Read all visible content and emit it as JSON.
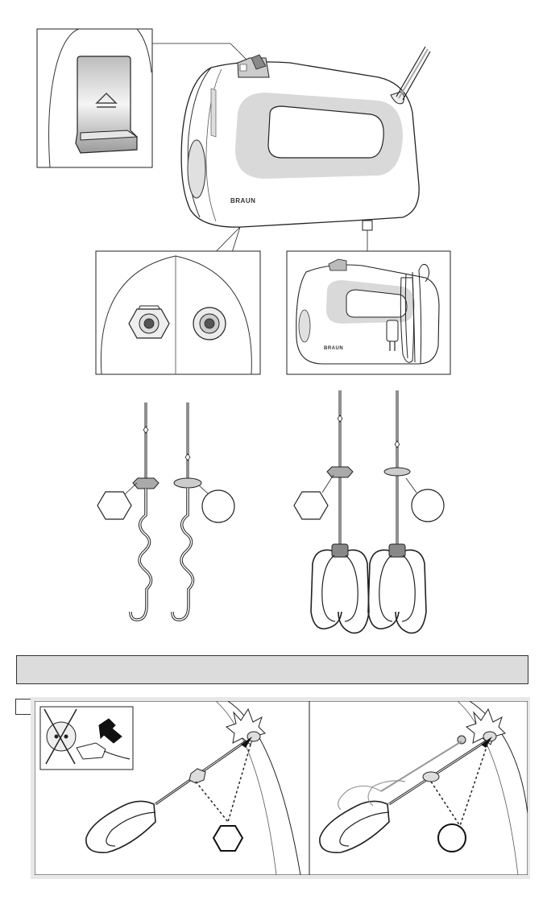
{
  "mixer": {
    "brand_label": "BRAUN"
  },
  "shapes": {
    "hexagon": "hexagon",
    "circle": "circle"
  },
  "icons": {
    "eject": "eject-icon",
    "unplug_arrow": "arrow-icon",
    "no_plug": "no-plug-icon"
  },
  "colors": {
    "outline": "#222222",
    "banner_bg": "#dcdcdc",
    "panel_bg": "#f2f2f2",
    "handle_grey": "#d9d9d9"
  },
  "step": {
    "checkbox": ""
  }
}
